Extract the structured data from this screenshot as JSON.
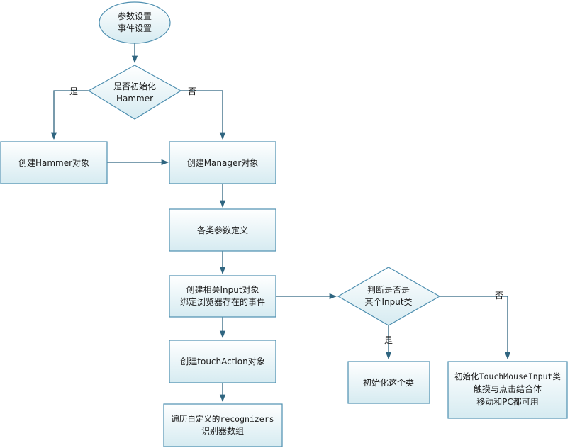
{
  "nodes": {
    "start": {
      "line1": "参数设置",
      "line2": "事件设置"
    },
    "decision_init": {
      "line1": "是否初始化",
      "line2": "Hammer"
    },
    "create_hammer": {
      "text": "创建Hammer对象"
    },
    "create_manager": {
      "text": "创建Manager对象"
    },
    "define_params": {
      "text": "各类参数定义"
    },
    "create_input": {
      "line1": "创建相关Input对象",
      "line2": "绑定浏览器存在的事件"
    },
    "create_touchaction": {
      "text": "创建touchAction对象"
    },
    "traverse": {
      "line1": "遍历自定义的recognizers",
      "line2": "识别器数组"
    },
    "decision_input": {
      "line1": "判断是否是",
      "line2": "某个Input类"
    },
    "init_class": {
      "text": "初始化这个类"
    },
    "init_touchmouse": {
      "line1": "初始化TouchMouseInput类",
      "line2": "触摸与点击结合体",
      "line3": "移动和PC都可用"
    }
  },
  "edge_labels": {
    "init_yes": "是",
    "init_no": "否",
    "input_yes": "是",
    "input_no": "否"
  },
  "colors": {
    "box_fill_top": "#ffffff",
    "box_fill_bottom": "#d7ecf1",
    "box_stroke": "#4e8fb0",
    "edge": "#2f6580"
  }
}
